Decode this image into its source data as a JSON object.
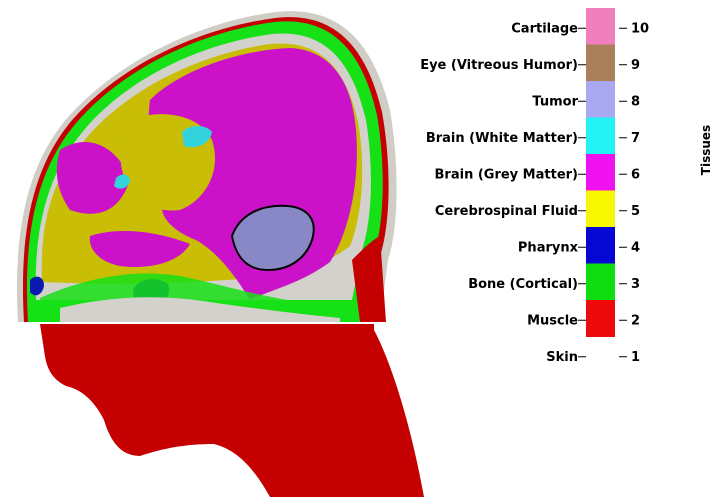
{
  "legend": {
    "title": "Tissues",
    "entries": [
      {
        "value": "10",
        "label": "Cartilage",
        "color": "#f07fbe"
      },
      {
        "value": "9",
        "label": "Eye (Vitreous Humor)",
        "color": "#a9805a"
      },
      {
        "value": "8",
        "label": "Tumor",
        "color": "#a9a9f2"
      },
      {
        "value": "7",
        "label": "Brain (White Matter)",
        "color": "#22f2f2"
      },
      {
        "value": "6",
        "label": "Brain (Grey Matter)",
        "color": "#f011f0"
      },
      {
        "value": "5",
        "label": "Cerebrospinal Fluid",
        "color": "#f7f700"
      },
      {
        "value": "4",
        "label": "Pharynx",
        "color": "#0707d4"
      },
      {
        "value": "3",
        "label": "Bone (Cortical)",
        "color": "#10dd10"
      },
      {
        "value": "2",
        "label": "Muscle",
        "color": "#ee0a0a"
      },
      {
        "value": "1",
        "label": "Skin",
        "color": "#ffffff"
      }
    ]
  },
  "tissue_colors": {
    "skin_outer": "#cfcdc6",
    "muscle": "#c40000",
    "bone": "#16e016",
    "csf": "#c9bd06",
    "grey_matter": "#cc12c8",
    "white_matter": "#33d3de",
    "tumor": "#8888c6",
    "pharynx": "#0a1ab0",
    "skull_grey": "#d3d1cb"
  }
}
